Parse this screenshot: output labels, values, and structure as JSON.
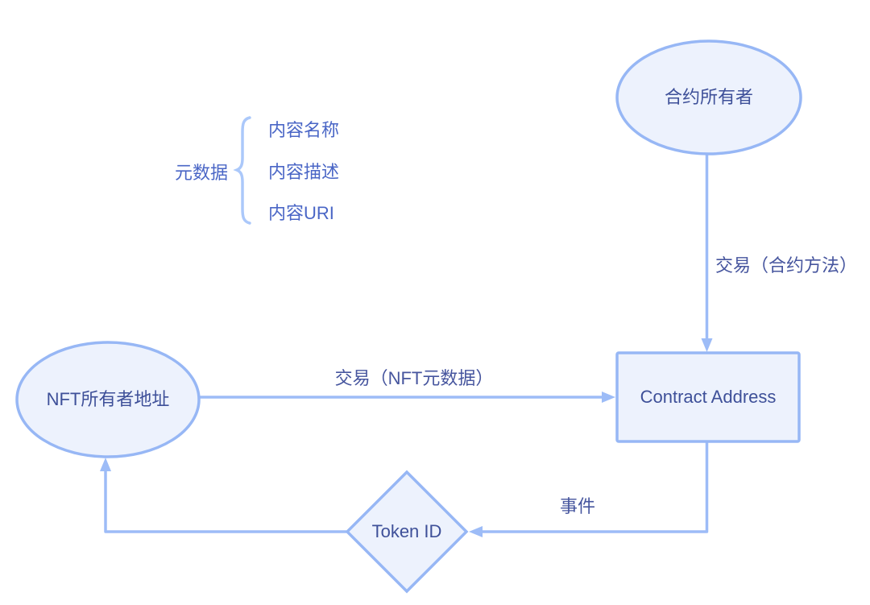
{
  "diagram": {
    "background": "#ffffff",
    "colors": {
      "node_fill": "#edf2fd",
      "node_stroke": "#97b7f5",
      "edge_stroke": "#9dbcf7",
      "brace_stroke": "#abc8fa",
      "node_text": "#3e5099",
      "edge_label_text": "#46559e",
      "metadata_text": "#4a66c6"
    },
    "nodes": {
      "contract_owner": {
        "label": "合约所有者",
        "shape": "ellipse"
      },
      "nft_owner": {
        "label": "NFT所有者地址",
        "shape": "ellipse"
      },
      "contract_address": {
        "label": "Contract Address",
        "shape": "rectangle"
      },
      "token_id": {
        "label": "Token ID",
        "shape": "diamond"
      }
    },
    "edges": {
      "owner_to_contract": {
        "from": "contract_owner",
        "to": "contract_address",
        "label": "交易（合约方法）"
      },
      "nft_owner_to_contract": {
        "from": "nft_owner",
        "to": "contract_address",
        "label": "交易（NFT元数据）"
      },
      "contract_to_token": {
        "from": "contract_address",
        "to": "token_id",
        "label": "事件"
      },
      "token_to_nft_owner": {
        "from": "token_id",
        "to": "nft_owner",
        "label": ""
      }
    },
    "metadata_group": {
      "label": "元数据",
      "items": [
        {
          "label": "内容名称"
        },
        {
          "label": "内容描述"
        },
        {
          "label": "内容URI"
        }
      ]
    }
  }
}
